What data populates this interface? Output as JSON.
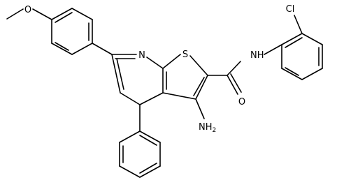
{
  "atom_labels": {
    "methoxy_o": "O",
    "pyridine_n": "N",
    "thiophene_s": "S",
    "amide_nh": "NH",
    "amide_o": "O",
    "chloro": "Cl",
    "amino_n": "NH",
    "amino_sub": "2"
  }
}
